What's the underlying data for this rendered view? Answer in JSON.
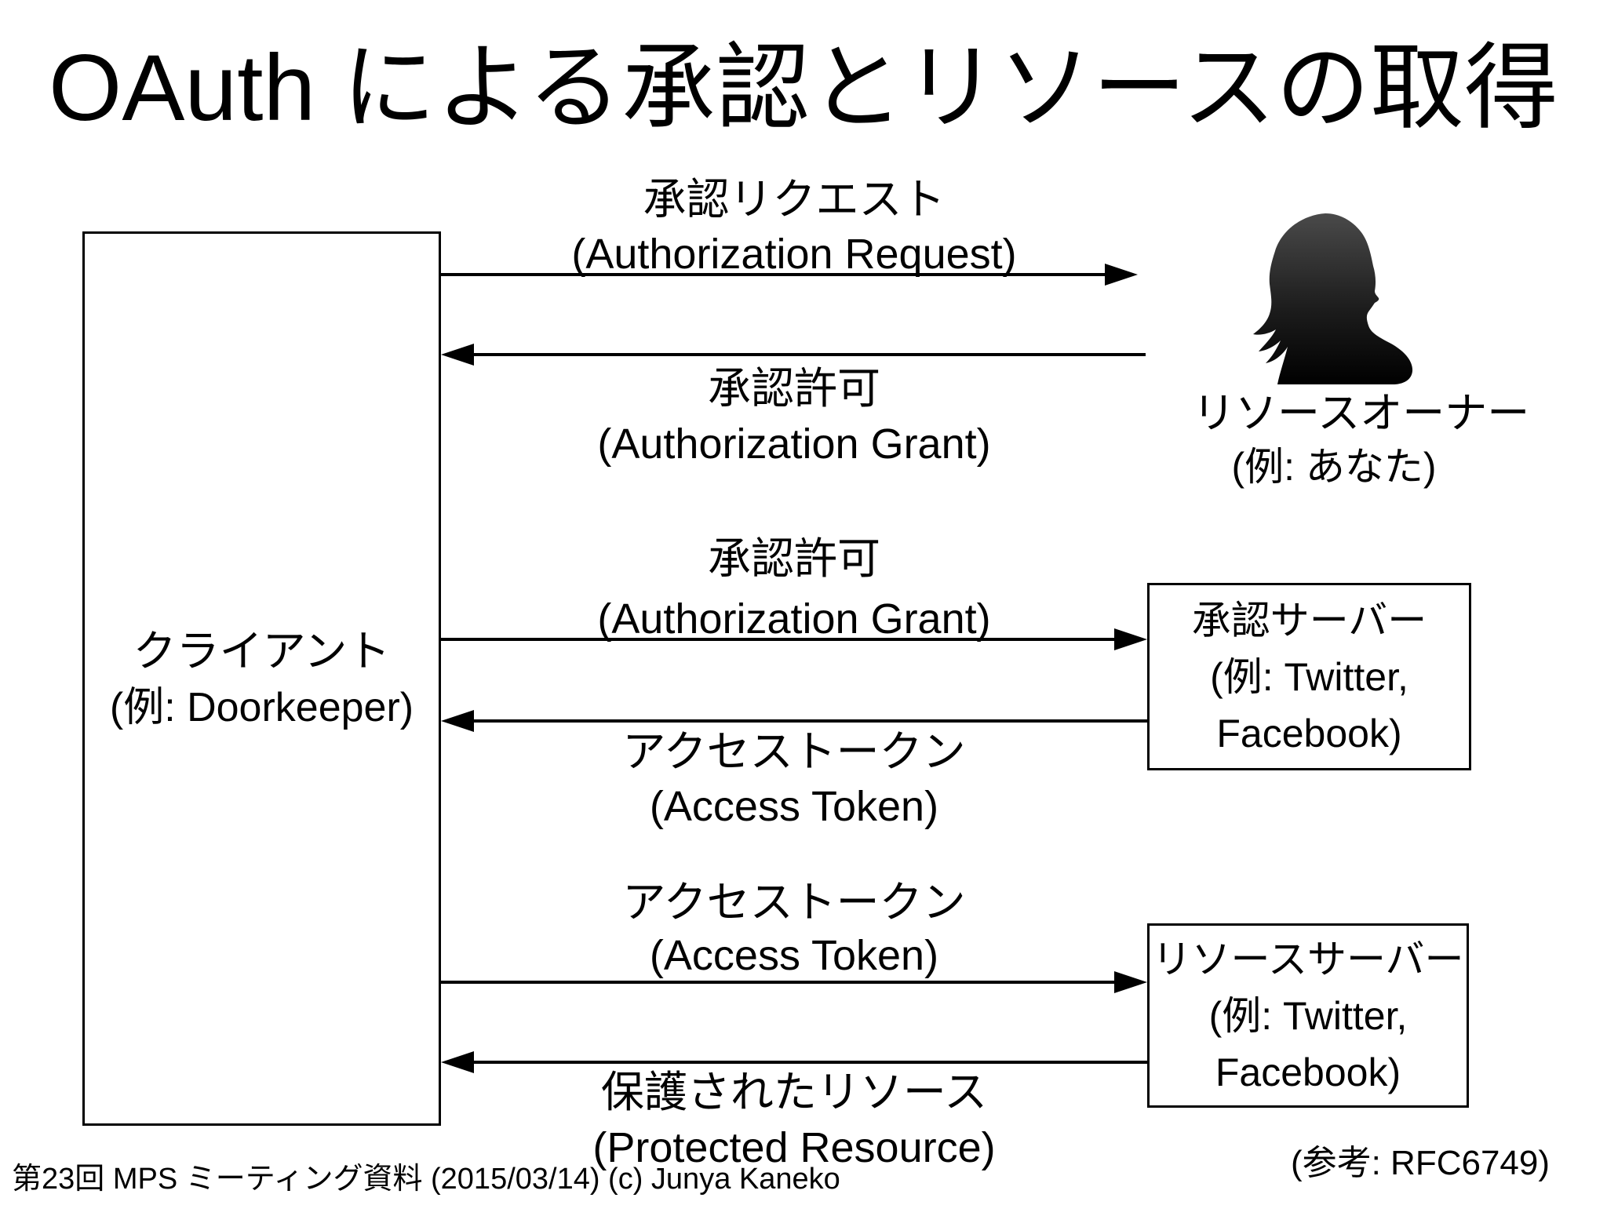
{
  "title": "OAuth による承認とリソースの取得",
  "client": {
    "name": "クライアント",
    "example": "(例: Doorkeeper)"
  },
  "resource_owner": {
    "name": "リソースオーナー",
    "example": "(例: あなた)",
    "icon": "woman-silhouette-icon"
  },
  "auth_server": {
    "name": "承認サーバー",
    "example_line1": "(例: Twitter,",
    "example_line2": "Facebook)"
  },
  "resource_server": {
    "name": "リソースサーバー",
    "example_line1": "(例: Twitter,",
    "example_line2": "Facebook)"
  },
  "flows": [
    {
      "jp": "承認リクエスト",
      "en": "(Authorization Request)",
      "direction": "right",
      "from": "client",
      "to": "resource_owner"
    },
    {
      "jp": "承認許可",
      "en": "(Authorization Grant)",
      "direction": "left",
      "from": "resource_owner",
      "to": "client"
    },
    {
      "jp": "承認許可",
      "en": "(Authorization Grant)",
      "direction": "right",
      "from": "client",
      "to": "auth_server"
    },
    {
      "jp": "アクセストークン",
      "en": "(Access Token)",
      "direction": "left",
      "from": "auth_server",
      "to": "client"
    },
    {
      "jp": "アクセストークン",
      "en": "(Access Token)",
      "direction": "right",
      "from": "client",
      "to": "resource_server"
    },
    {
      "jp": "保護されたリソース",
      "en": "(Protected Resource)",
      "direction": "left",
      "from": "resource_server",
      "to": "client"
    }
  ],
  "footer": {
    "credit": "第23回 MPS ミーティング資料 (2015/03/14) (c) Junya Kaneko",
    "reference": "(参考: RFC6749)"
  },
  "colors": {
    "background": "#ffffff",
    "ink": "#000000",
    "icon_gradient_top": "#4a4a4a",
    "icon_gradient_bottom": "#000000"
  }
}
